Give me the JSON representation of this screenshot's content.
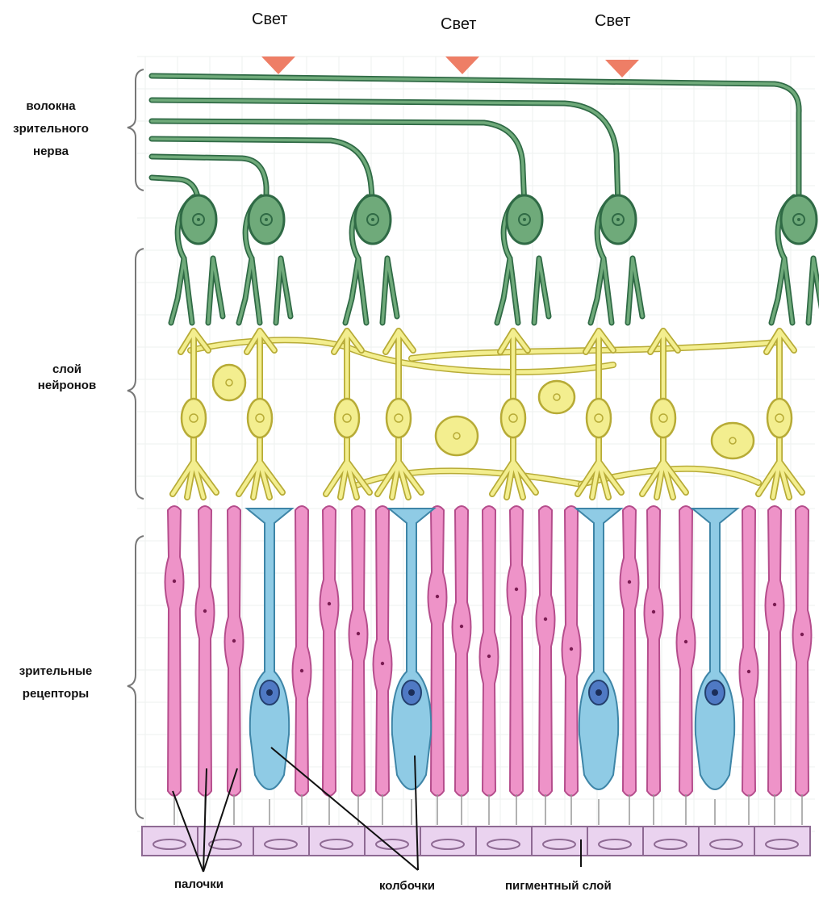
{
  "light": {
    "labels": [
      "Свет",
      "Свет",
      "Свет"
    ]
  },
  "layers": {
    "optic_nerve_fibers": [
      "волокна",
      "зрительного",
      "нерва"
    ],
    "neuron_layer": [
      "слой",
      "нейронов"
    ],
    "receptors": [
      "зрительные",
      "рецепторы"
    ]
  },
  "bottom_labels": {
    "rods": "палочки",
    "cones": "колбочки",
    "pigment_layer": "пигментный слой"
  },
  "colors": {
    "ganglion": "#6faa7a",
    "ganglion_stroke": "#2f6a45",
    "bipolar": "#f3ee8f",
    "bipolar_stroke": "#b7ab36",
    "rod": "#ee93c8",
    "rod_stroke": "#b54d8c",
    "cone": "#8fcbe5",
    "cone_stroke": "#3e85a7",
    "pigment": "#ead3ef",
    "pigment_stroke": "#8e6a93",
    "light_arrow": "#ee7e66"
  }
}
